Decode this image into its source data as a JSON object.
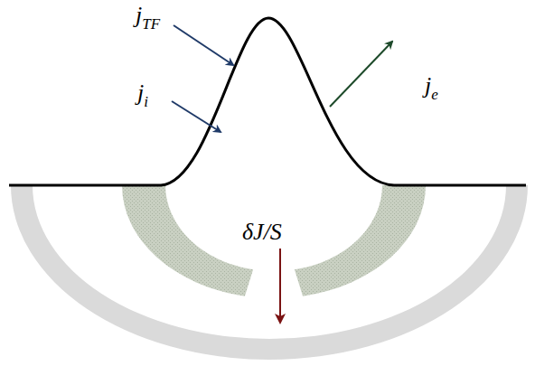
{
  "diagram": {
    "labels": [
      "jTF",
      "ji",
      "je",
      "δJ/S"
    ]
  }
}
